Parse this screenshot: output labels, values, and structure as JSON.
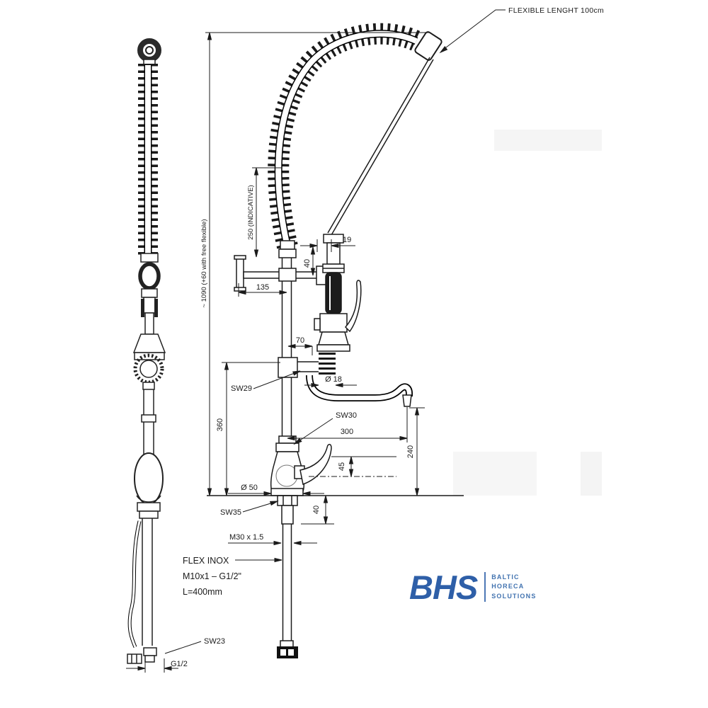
{
  "drawing": {
    "callouts": {
      "flexible_length": "FLEXIBLE LENGHT 100cm",
      "sw29": "SW29",
      "sw30": "SW30",
      "sw35": "SW35",
      "sw23": "SW23",
      "thread_shank": "M30 x 1.5",
      "flex_note_1": "FLEX INOX",
      "flex_note_2": "M10x1 – G1/2\"",
      "flex_note_3": "L=400mm",
      "thread_bottom": "G1/2"
    },
    "dimensions": {
      "overall_height": "~ 1090 (+60 with free flexible)",
      "coil_indicative": "250 (INDICATIVE)",
      "hose_dia": "19",
      "head_offset": "40",
      "bracket_offset": "135",
      "tee_offset": "70",
      "spout_dia": "Ø 18",
      "spout_reach": "300",
      "riser_height": "360",
      "spout_height": "240",
      "lever_height": "45",
      "body_dia": "Ø 50",
      "shank_length": "40"
    }
  },
  "logo": {
    "name": "BHS",
    "tagline_1": "BALTIC",
    "tagline_2": "HORECA",
    "tagline_3": "SOLUTIONS",
    "brand_color": "#2E5FA8"
  }
}
